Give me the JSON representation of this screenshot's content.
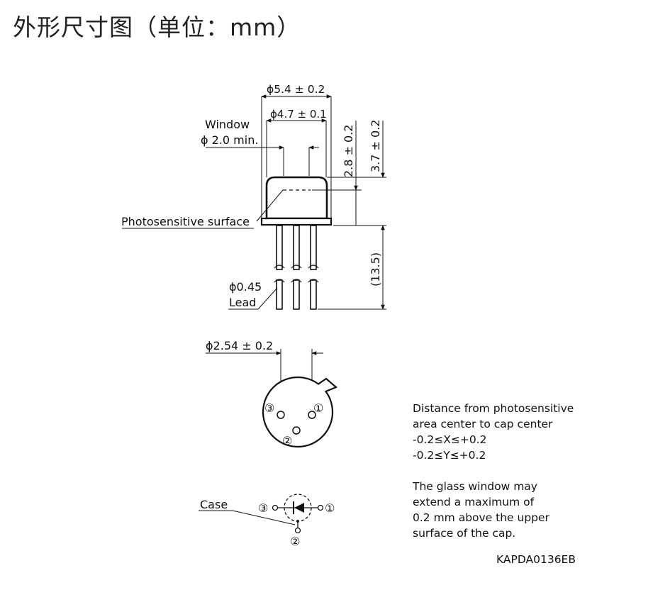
{
  "title": "外形尺寸图（单位：mm）",
  "dims": {
    "cap_outer_dia": "ϕ5.4 ± 0.2",
    "cap_inner_dia": "ϕ4.7 ± 0.1",
    "window_label": "Window",
    "window_dia": "ϕ 2.0 min.",
    "height_window": "2.8 ± 0.2",
    "height_total": "3.7 ± 0.2",
    "photosensitive_label": "Photosensitive surface",
    "lead_length": "(13.5)",
    "lead_dia": "ϕ0.45",
    "lead_label": "Lead",
    "pitch_dia": "ϕ2.54 ± 0.2"
  },
  "pins": {
    "p1": "①",
    "p2": "②",
    "p3": "③"
  },
  "circuit": {
    "case_label": "Case"
  },
  "notes": {
    "distance": [
      "Distance from photosensitive",
      "area center to cap center",
      "-0.2≤X≤+0.2",
      "-0.2≤Y≤+0.2"
    ],
    "glass": [
      "The glass window may",
      "extend a maximum of",
      "0.2 mm above the upper",
      "surface of the cap."
    ]
  },
  "drawing_code": "KAPDA0136EB"
}
